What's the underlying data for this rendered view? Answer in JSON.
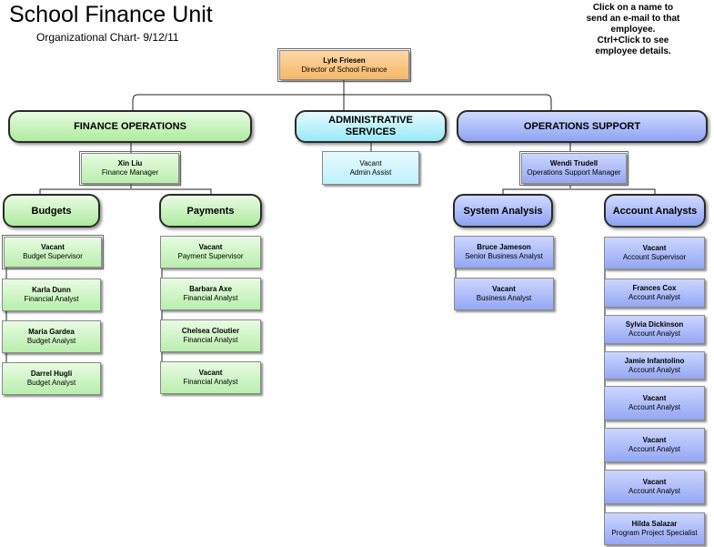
{
  "header": {
    "title": "School Finance Unit",
    "subtitle": "Organizational Chart- 9/12/11",
    "instructions": [
      "Click on a name to",
      "send an e-mail to that",
      "employee.",
      "Ctrl+Click to see",
      "employee details."
    ]
  },
  "director": {
    "name": "Lyle Friesen",
    "title": "Director of School Finance"
  },
  "divisions": {
    "finance_operations": "FINANCE OPERATIONS",
    "administrative_services": [
      "ADMINISTRATIVE",
      "SERVICES"
    ],
    "operations_support": "OPERATIONS SUPPORT"
  },
  "finance_manager": {
    "name": "Xin Liu",
    "title": "Finance Manager"
  },
  "admin_assist": {
    "name": "Vacant",
    "title": "Admin Assist"
  },
  "ops_manager": {
    "name": "Wendi Trudell",
    "title": "Operations Support Manager"
  },
  "groups": {
    "budgets": "Budgets",
    "payments": "Payments",
    "system_analysis": "System Analysis",
    "account_analysts": "Account Analysts"
  },
  "budgets_staff": [
    {
      "name": "Vacant",
      "title": "Budget Supervisor"
    },
    {
      "name": "Karla Dunn",
      "title": "Financial Analyst"
    },
    {
      "name": "Maria Gardea",
      "title": "Budget Analyst"
    },
    {
      "name": "Darrel Hugli",
      "title": "Budget Analyst"
    }
  ],
  "payments_staff": [
    {
      "name": "Vacant",
      "title": "Payment Supervisor"
    },
    {
      "name": "Barbara Axe",
      "title": "Financial Analyst"
    },
    {
      "name": "Chelsea Cloutier",
      "title": "Financial Analyst"
    },
    {
      "name": "Vacant",
      "title": "Financial Analyst"
    }
  ],
  "system_staff": [
    {
      "name": "Bruce Jameson",
      "title": "Senior Business Analyst"
    },
    {
      "name": "Vacant",
      "title": "Business Analyst"
    }
  ],
  "account_staff": [
    {
      "name": "Vacant",
      "title": "Account Supervisor"
    },
    {
      "name": "Frances Cox",
      "title": "Account Analyst"
    },
    {
      "name": "Sylvia Dickinson",
      "title": "Account Analyst"
    },
    {
      "name": "Jamie Infantolino",
      "title": "Account Analyst"
    },
    {
      "name": "Vacant",
      "title": "Account Analyst"
    },
    {
      "name": "Vacant",
      "title": "Account Analyst"
    },
    {
      "name": "Vacant",
      "title": "Account Analyst"
    },
    {
      "name": "Hilda Salazar",
      "title": "Program Project Specialist"
    }
  ],
  "colors": {
    "director": "#f6b868",
    "finance_group": "#b8efac",
    "admin_group": "#97e9f8",
    "operations_group": "#95a7f4"
  }
}
